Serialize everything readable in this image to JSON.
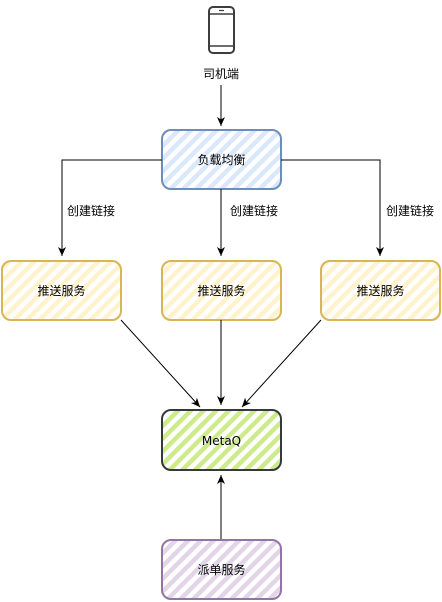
{
  "diagram": {
    "client_label": "司机端",
    "load_balancer_label": "负载均衡",
    "edge_labels": [
      "创建链接",
      "创建链接",
      "创建链接"
    ],
    "push_service_labels": [
      "推送服务",
      "推送服务",
      "推送服务"
    ],
    "queue_label": "MetaQ",
    "dispatch_label": "派单服务",
    "colors": {
      "load_balancer_fill": "#dae8fc",
      "load_balancer_stroke": "#6c8ebf",
      "push_fill": "#fff2cc",
      "push_stroke": "#d6b656",
      "queue_fill": "#cdeb8b",
      "queue_stroke": "#36393d",
      "dispatch_fill": "#e1d5e7",
      "dispatch_stroke": "#9673a6",
      "edge": "#000000"
    },
    "icons": {
      "client": "mobile-phone-icon"
    }
  }
}
